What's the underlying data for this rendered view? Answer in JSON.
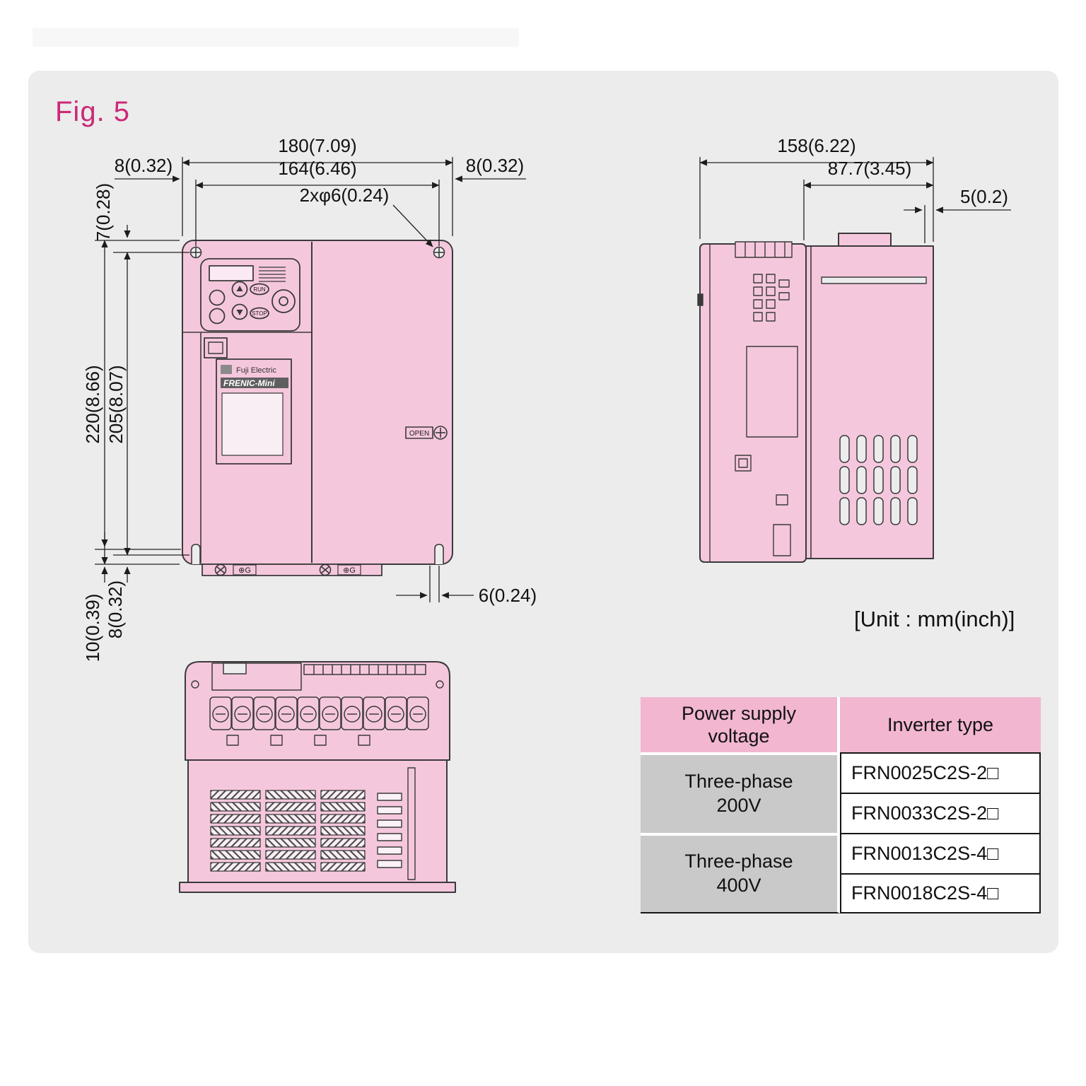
{
  "page": {
    "figure_title": "Fig. 5",
    "unit_note": "[Unit : mm(inch)]"
  },
  "front_view": {
    "dims": {
      "width_total": "180(7.09)",
      "width_inner": "164(6.46)",
      "margin_left": "8(0.32)",
      "margin_right": "8(0.32)",
      "mounting_holes": "2xφ6(0.24)",
      "top_offset": "7(0.28)",
      "height_total": "220(8.66)",
      "height_inner": "205(8.07)",
      "bottom_offset_10": "10(0.39)",
      "bottom_offset_8": "8(0.32)",
      "slot_offset": "6(0.24)"
    },
    "device": {
      "brand": "Fuji Electric",
      "model": "FRENIC-Mini",
      "run_button": "RUN",
      "stop_button": "STOP",
      "open_label": "OPEN",
      "ground_terminal_left": "⊕G",
      "ground_terminal_right": "⊕G"
    }
  },
  "side_view": {
    "dims": {
      "depth_total": "158(6.22)",
      "depth_heatsink": "87.7(3.45)",
      "tab_offset": "5(0.2)"
    }
  },
  "spec_table": {
    "headers": {
      "voltage": "Power supply voltage",
      "type": "Inverter type"
    },
    "groups": [
      {
        "voltage": "Three-phase 200V",
        "types": [
          "FRN0025C2S-2□",
          "FRN0033C2S-2□"
        ]
      },
      {
        "voltage": "Three-phase 400V",
        "types": [
          "FRN0013C2S-4□",
          "FRN0018C2S-4□"
        ]
      }
    ]
  },
  "colors": {
    "accent_title": "#cb2a76",
    "device_fill": "#f5c7dd",
    "drawing_line": "#3a3a3a",
    "table_header_bg": "#f2b6d1",
    "table_voltage_bg": "#c9c9c9",
    "panel_bg": "#ececec"
  }
}
